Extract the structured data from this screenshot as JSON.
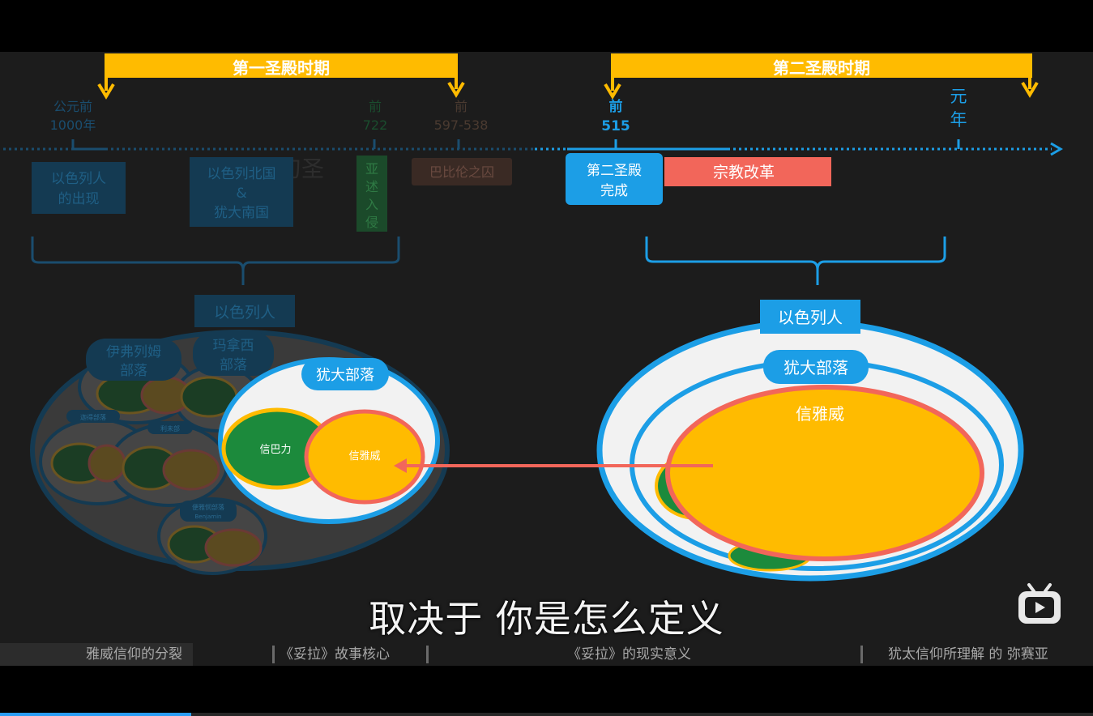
{
  "timeline": {
    "period1_label": "第一圣殿时期",
    "period2_label": "第二圣殿时期",
    "dates": {
      "d1000": [
        "公元前",
        "1000年"
      ],
      "d722": [
        "前",
        "722"
      ],
      "d597": [
        "前",
        "597-538"
      ],
      "d515": [
        "前",
        "515"
      ],
      "d0": [
        "元",
        "年"
      ]
    },
    "events": {
      "israel_emerge": [
        "以色列人",
        "的出现"
      ],
      "north_south": [
        "以色列北国",
        "&",
        "犹大南国"
      ],
      "assyria": [
        "亚",
        "述",
        "入",
        "侵"
      ],
      "babylon": "巴比伦之囚",
      "second_temple": [
        "第二圣殿",
        "完成"
      ],
      "reform": "宗教改革"
    }
  },
  "left_diagram": {
    "title": "以色列人",
    "ephraim": [
      "伊弗列姆",
      "部落"
    ],
    "manasseh": [
      "玛拿西",
      "部落"
    ],
    "judah_title": "犹大部落",
    "shebaal": "信巴力",
    "yahweh": "信雅威",
    "small_label_1": "迦得部落",
    "small_label_2": "利未部",
    "small_label_3": "便雅悯部落",
    "small_label_3b": "Benjamin"
  },
  "right_diagram": {
    "title": "以色列人",
    "judah_title": "犹大部落",
    "yahweh": "信雅威"
  },
  "watermark": "刀圣",
  "subtitle": "取决于 你是怎么定义",
  "chapters": [
    "雅威信仰的分裂",
    "《妥拉》故事核心",
    "《妥拉》的现实意义",
    "犹太信仰所理解 的 弥赛亚"
  ],
  "progress": 0.175,
  "colors": {
    "gold": "#ffbb00",
    "blue": "#1c9ee6",
    "red": "#f2665a",
    "green": "#1c8a3c",
    "dark_bg": "#1c1c1c"
  }
}
